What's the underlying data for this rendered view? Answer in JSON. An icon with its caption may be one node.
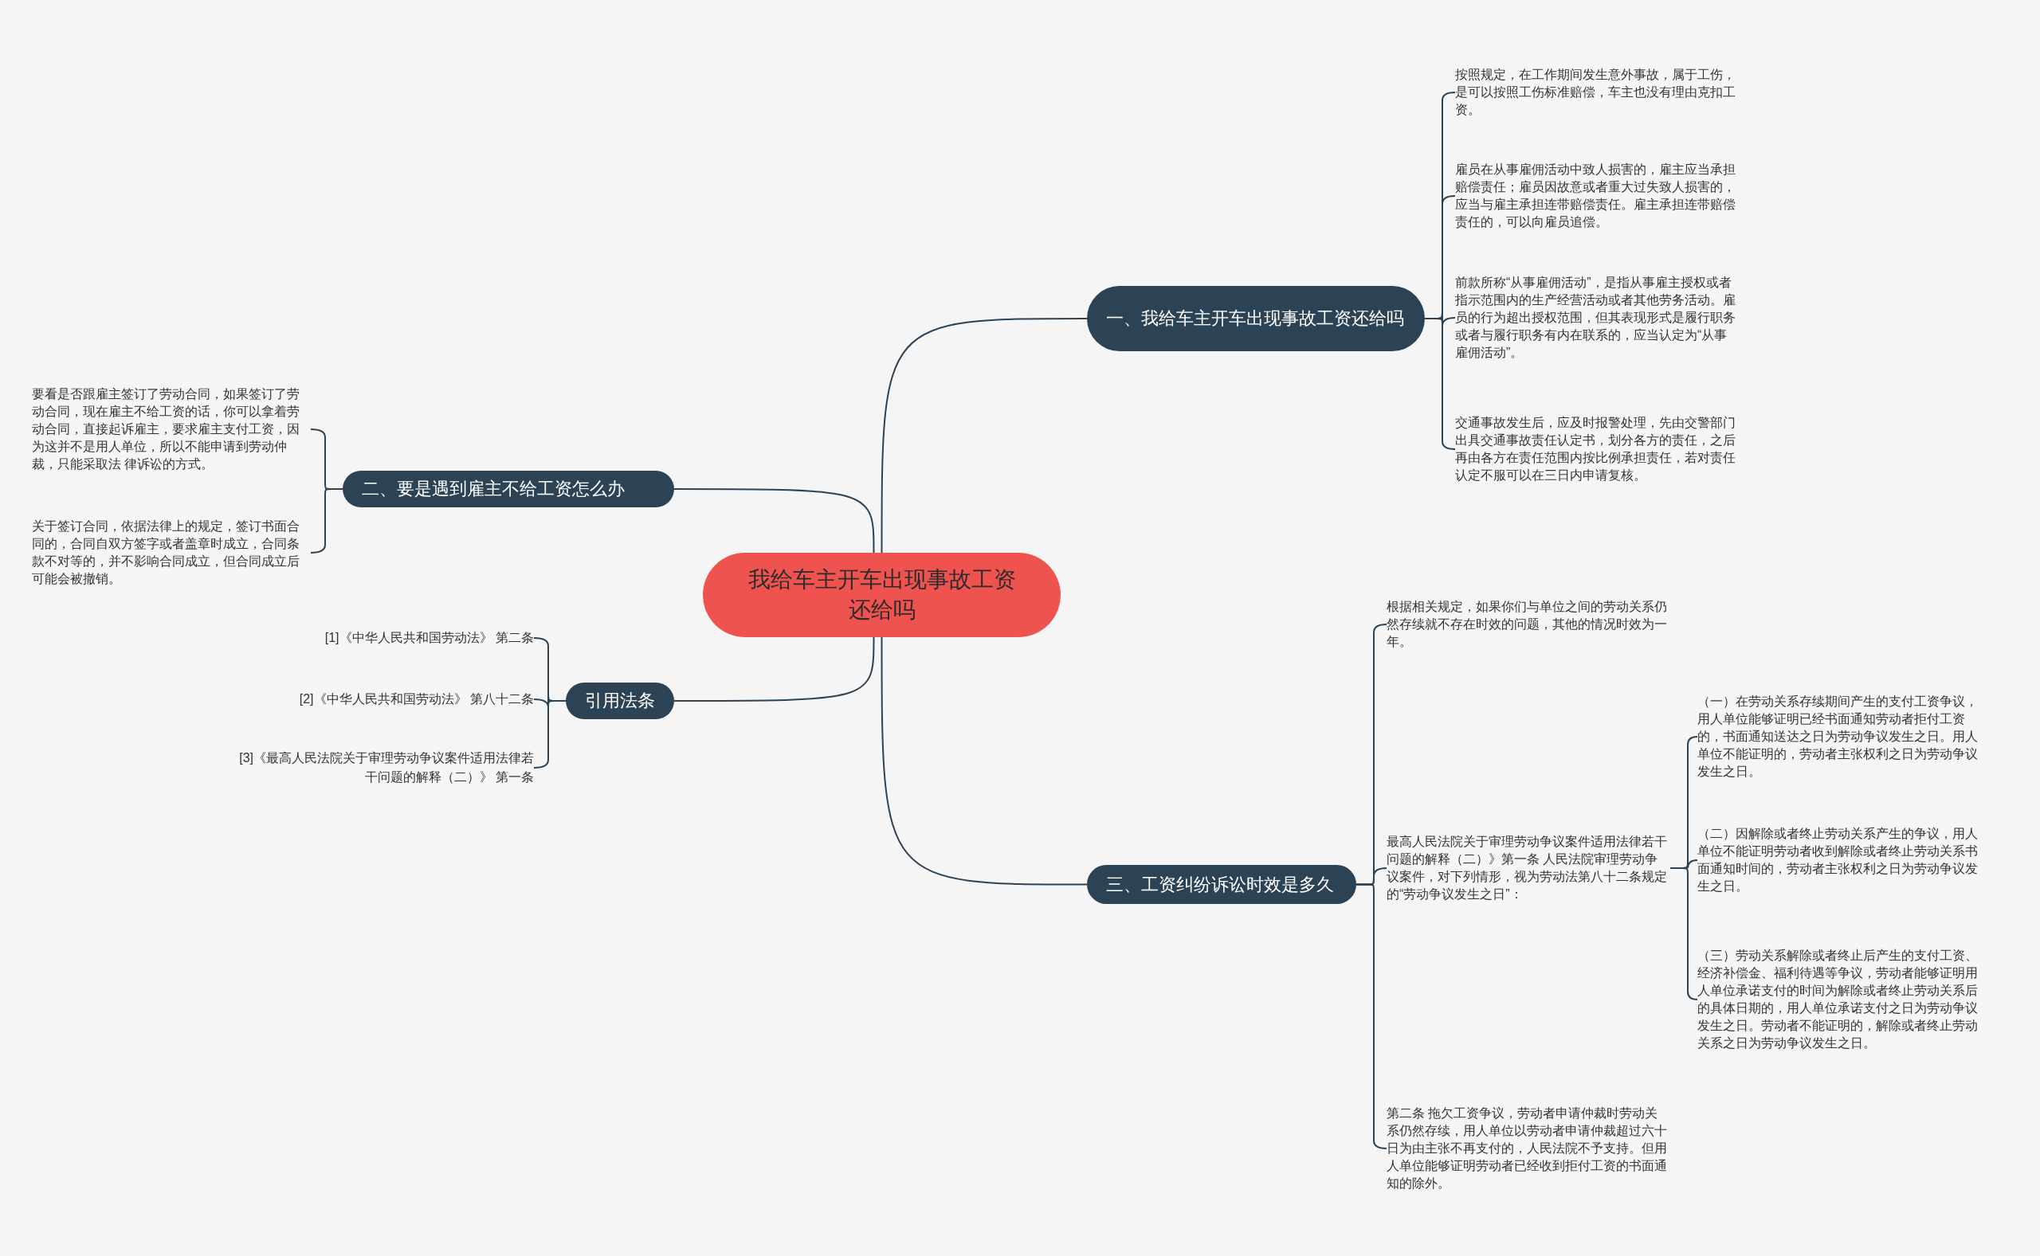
{
  "diagram": {
    "nodes": [
      {
        "text": [
          "我给车主开车出现事故工资还给吗"
        ]
      },
      {
        "text": [
          "一、我给车主开车出现事故工资还给吗"
        ]
      },
      {
        "text": [
          "按照规定，在工作期间发生意外事故，属于工伤，是可以按照工伤标准赔偿，车主也没有理由克扣工资。"
        ]
      },
      {
        "text": [
          "雇员在从事雇佣活动中致人损害的，雇主应当承担赔偿责任；雇员因故意或者重大过失致人损害的，应当与雇主承担连带赔偿责任。雇主承担连带赔偿责任的，可以向雇员追偿。"
        ]
      },
      {
        "text": [
          "前款所称“从事雇佣活动”，是指从事雇主授权或者指示范围内的生产经营活动或者其他劳务活动。雇员的行为超出授权范围，但其表现形式是履行职务或者与履行职务有内在联系的，应当认定为“从事雇佣活动”。"
        ]
      },
      {
        "text": [
          "交通事故发生后，应及时报警处理，先由交警部门出具交通事故责任认定书，划分各方的责任，之后再由各方在责任范围内按比例承担责任，若对责任认定不服可以在三日内申请复核。"
        ]
      },
      {
        "text": [
          "二、要是遇到雇主不给工资怎么办"
        ]
      },
      {
        "text": [
          "要看是否跟雇主签订了劳动合同，如果签订了劳动合同，现在雇主不给工资的话，你可以拿着劳动合同，直接起诉雇主，要求雇主支付工资，因为这并不是用人单位，所以不能申请到劳动仲裁，只能采取法 律诉讼的方式。"
        ]
      },
      {
        "text": [
          "关于签订合同，依据法律上的规定，签订书面合同的，合同自双方签字或者盖章时成立，合同条款不对等的，并不影响合同成立，但合同成立后可能会被撤销。"
        ]
      },
      {
        "text": [
          "引用法条"
        ]
      },
      {
        "text": [
          "[1]《中华人民共和国劳动法》 第二条"
        ]
      },
      {
        "text": [
          "[2]《中华人民共和国劳动法》 第八十二条"
        ]
      },
      {
        "text": [
          "[3]《最高人民法院关于审理劳动争议案件适用法律若干问题的解释（二）》 第一条"
        ]
      },
      {
        "text": [
          "三、工资纠纷诉讼时效是多久"
        ]
      },
      {
        "text": [
          "根据相关规定，如果你们与单位之间的劳动关系仍然存续就不存在时效的问题，其他的情况时效为一年。"
        ]
      },
      {
        "text": [
          "最高人民法院关于审理劳动争议案件适用法律若干问题的解释（二）》第一条 人民法院审理劳动争议案件，对下列情形，视为劳动法第八十二条规定的“劳动争议发生之日”："
        ]
      },
      {
        "text": [
          "第二条 拖欠工资争议，劳动者申请仲裁时劳动关系仍然存续，用人单位以劳动者申请仲裁超过六十日为由主张不再支付的，人民法院不予支持。但用人单位能够证明劳动者已经收到拒付工资的书面通知的除外。"
        ]
      },
      {
        "text": [
          "（一）在劳动关系存续期间产生的支付工资争议，用人单位能够证明已经书面通知劳动者拒付工资的，书面通知送达之日为劳动争议发生之日。用人单位不能证明的，劳动者主张权利之日为劳动争议发生之日。"
        ]
      },
      {
        "text": [
          "（二）因解除或者终止劳动关系产生的争议，用人单位不能证明劳动者收到解除或者终止劳动关系书面通知时间的，劳动者主张权利之日为劳动争议发生之日。"
        ]
      },
      {
        "text": [
          "（三）劳动关系解除或者终止后产生的支付工资、经济补偿金、福利待遇等争议，劳动者能够证明用人单位承诺支付的时间为解除或者终止劳动关系后的具体日期的，用人单位承诺支付之日为劳动争议发生之日。劳动者不能证明的，解除或者终止劳动关系之日为劳动争议发生之日。"
        ]
      }
    ],
    "edges": [
      {
        "from": 0,
        "to": 1,
        "arrow": "none"
      },
      {
        "from": 1,
        "to": 2,
        "arrow": "none"
      },
      {
        "from": 1,
        "to": 3,
        "arrow": "none"
      },
      {
        "from": 1,
        "to": 4,
        "arrow": "none"
      },
      {
        "from": 1,
        "to": 5,
        "arrow": "none"
      },
      {
        "from": 0,
        "to": 6,
        "arrow": "none"
      },
      {
        "from": 6,
        "to": 7,
        "arrow": "none"
      },
      {
        "from": 6,
        "to": 8,
        "arrow": "none"
      },
      {
        "from": 0,
        "to": 9,
        "arrow": "none"
      },
      {
        "from": 9,
        "to": 10,
        "arrow": "none"
      },
      {
        "from": 9,
        "to": 11,
        "arrow": "none"
      },
      {
        "from": 9,
        "to": 12,
        "arrow": "none"
      },
      {
        "from": 0,
        "to": 13,
        "arrow": "none"
      },
      {
        "from": 13,
        "to": 14,
        "arrow": "none"
      },
      {
        "from": 13,
        "to": 15,
        "arrow": "none"
      },
      {
        "from": 13,
        "to": 16,
        "arrow": "none"
      },
      {
        "from": 15,
        "to": 17,
        "arrow": "none"
      },
      {
        "from": 15,
        "to": 18,
        "arrow": "none"
      },
      {
        "from": 15,
        "to": 19,
        "arrow": "none"
      }
    ]
  }
}
